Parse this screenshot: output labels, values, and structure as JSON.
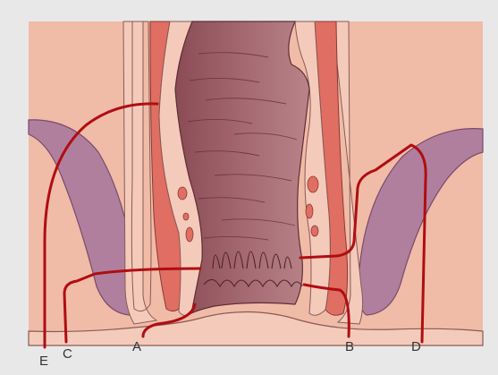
{
  "labels": {
    "A": "A",
    "B": "B",
    "C": "C",
    "D": "D",
    "E": "E"
  },
  "colors": {
    "background": "#e8e8e8",
    "skin": "#efb8a4",
    "tissue": "#f0c0ae",
    "fat_pad": "#b07f9e",
    "muscle": "#e06e62",
    "lumen": "#9c5b63",
    "fistula_tract": "#b00d12",
    "outline": "#7a4a48"
  },
  "icons": [
    "anal-canal",
    "fistula-tracts"
  ]
}
